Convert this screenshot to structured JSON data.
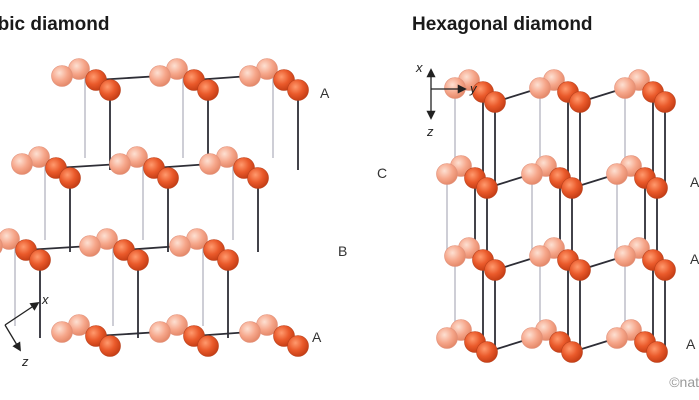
{
  "titles": {
    "left": "ubic diamond",
    "right": "Hexagonal diamond"
  },
  "left_layers": [
    "A",
    "C",
    "B",
    "A"
  ],
  "right_layers": [
    "A",
    "A",
    "A"
  ],
  "left_axes": {
    "x": "x",
    "z": "z"
  },
  "right_axes": {
    "x": "x",
    "y": "y",
    "z": "z"
  },
  "credit": "©nat",
  "colors": {
    "atom_front": "#e8582a",
    "atom_back": "#f4a489",
    "bond": "#2e2e36",
    "bond_light": "#b9b9c4",
    "text": "#1a1a1a"
  }
}
